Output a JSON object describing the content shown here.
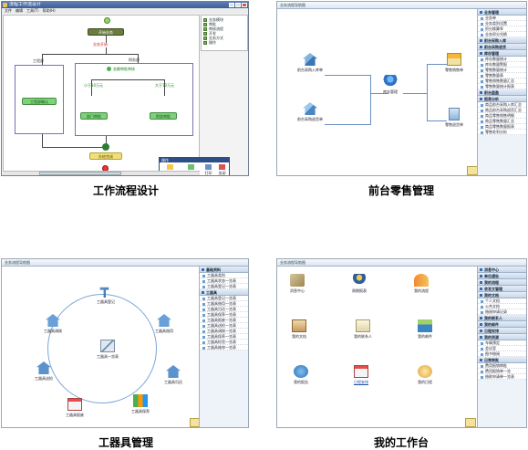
{
  "captions": {
    "workflow": "工作流程设计",
    "retail": "前台零售管理",
    "tools": "工器具管理",
    "workbench": "我的工作台"
  },
  "workflow": {
    "title": "流程工作流设计",
    "menu": [
      "文件",
      "编辑",
      "工具(T)",
      "帮助(H)"
    ],
    "tree": [
      "业务模块",
      "审批",
      "审核流程",
      "开发",
      "业务方式",
      "操作"
    ],
    "nodes": {
      "start": "开始业务",
      "business_start": "业务开始",
      "engineering": "工程部",
      "finance": "财务部",
      "eng_confirm": "工程部确认",
      "finance_approve": "金额审批审核",
      "lt_10k": "小于10万元",
      "gt_10k": "大于10万元",
      "dept_approve": "部门审批",
      "finance_approve2": "财务审批",
      "end": "办结完成"
    },
    "op_panel": {
      "title": "操作",
      "items": [
        "流程属性",
        "通知属性",
        "打印",
        "关闭"
      ]
    }
  },
  "retail": {
    "header": "业务流程导航图",
    "nodes": [
      "前台采购入库单",
      "前台采购退货单",
      "库存管理",
      "零售销售单",
      "零售退货单"
    ],
    "sidebar": [
      {
        "head": "业务管理",
        "items": [
          "业务单",
          "业务类别设置",
          "积分换算率",
          "业务积分兑换"
        ]
      },
      {
        "head": "前台采购入库",
        "items": []
      },
      {
        "head": "前台采购退货",
        "items": []
      },
      {
        "head": "库存管理",
        "items": [
          "库存数量统计",
          "库存数量警报",
          "零售数量统计",
          "零售数量表",
          "零售销售数量汇总",
          "零售数量统计报表"
        ]
      },
      {
        "head": "前台盘盈",
        "items": []
      },
      {
        "head": "报表分析",
        "items": [
          "商品前台采购入库汇总",
          "商品前台采购退货汇总",
          "商品零售销售明细",
          "商品零售数量汇总",
          "商品零售数量报表",
          "零售毛利分析"
        ]
      }
    ]
  },
  "tools": {
    "header": "业务流程导航图",
    "nodes": [
      "工器具登记",
      "工器具借用",
      "工器具归还",
      "工器具保养",
      "工器具报废",
      "工器具送检",
      "工器具调拨",
      "工器具一览表"
    ],
    "sidebar": [
      {
        "head": "基础资料",
        "items": [
          "工器具类别",
          "工器具状态一览表",
          "工器具登记一览表"
        ]
      },
      {
        "head": "工器具",
        "items": [
          "工器具登记一览表",
          "工器具借用一览表",
          "工器具归还一览表",
          "工器具保养一览表",
          "工器具报废一览表",
          "工器具送检一览表",
          "工器具调拨一览表",
          "工器具保养一览表",
          "工器具检验一览表",
          "工器具维修一览表"
        ]
      }
    ]
  },
  "workbench": {
    "header": "业务流程导航图",
    "nodes": [
      "消息中心",
      "周期报表",
      "我的流程",
      "我的文档",
      "我的联系人",
      "我的邮件",
      "我的报告",
      "日程安排",
      "我的日程"
    ],
    "sidebar": [
      {
        "head": "消息中心",
        "items": []
      },
      {
        "head": "单位通告",
        "items": []
      },
      {
        "head": "我的流程",
        "items": []
      },
      {
        "head": "收发文管理",
        "items": []
      },
      {
        "head": "我的文档",
        "items": [
          "个人文档",
          "公共文档",
          "借阅申请记录"
        ]
      },
      {
        "head": "我的联系人",
        "items": []
      },
      {
        "head": "我的邮件",
        "items": []
      },
      {
        "head": "日程安排",
        "items": []
      },
      {
        "head": "我的资源",
        "items": [
          "车辆预定",
          "会议室",
          "图书借阅"
        ]
      },
      {
        "head": "日常审批",
        "items": [
          "费用报销审批",
          "费用报销单一览",
          "借款申请单一览表"
        ]
      }
    ]
  }
}
